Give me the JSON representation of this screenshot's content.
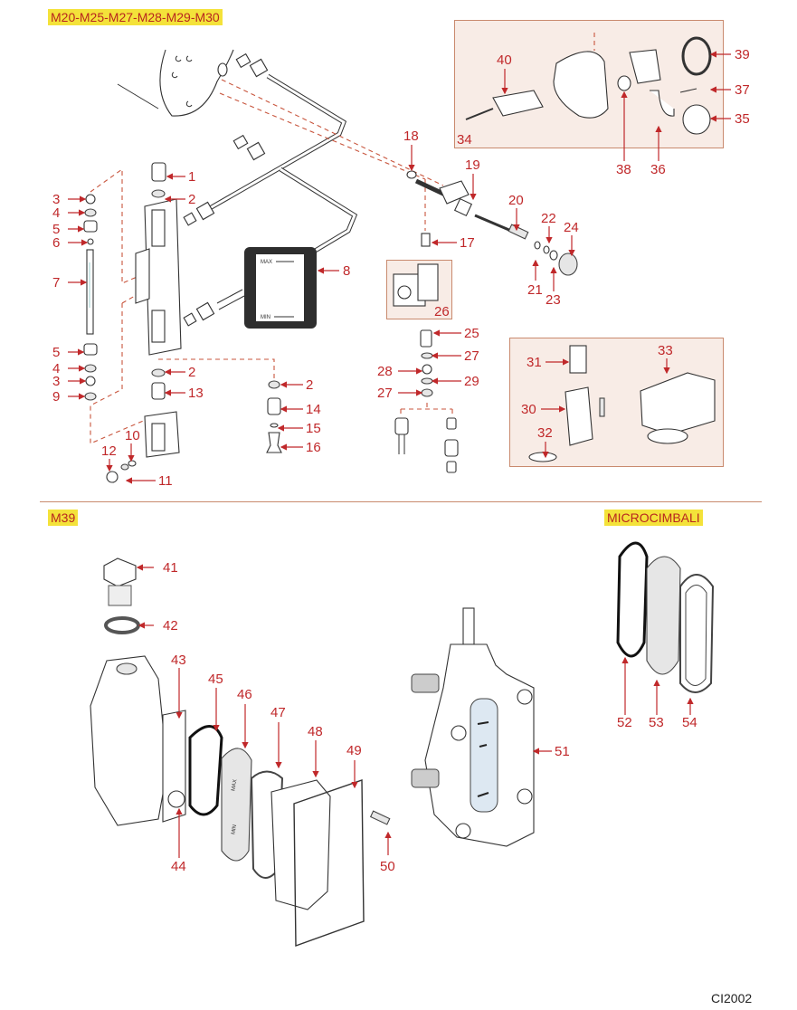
{
  "sections": {
    "top": {
      "title": "M20-M25-M27-M28-M29-M30"
    },
    "bottom_left": {
      "title": "M39"
    },
    "bottom_right": {
      "title": "MICROCIMBALI"
    }
  },
  "level_plate": {
    "max_label": "MAX",
    "min_label": "MIN"
  },
  "gauge_glass": {
    "max_label": "MAX",
    "min_label": "MIN"
  },
  "colors": {
    "label": "#c0282a",
    "highlight": "#f4e23a",
    "inset_bg": "#f8ece6",
    "inset_border": "#c98a6e"
  },
  "callouts": {
    "p1": "1",
    "p2a": "2",
    "p2b": "2",
    "p2c": "2",
    "p3a": "3",
    "p3b": "3",
    "p4a": "4",
    "p4b": "4",
    "p5a": "5",
    "p5b": "5",
    "p6": "6",
    "p7": "7",
    "p8": "8",
    "p9": "9",
    "p10": "10",
    "p11": "11",
    "p12": "12",
    "p13": "13",
    "p14": "14",
    "p15": "15",
    "p16": "16",
    "p17": "17",
    "p18": "18",
    "p19": "19",
    "p20": "20",
    "p21": "21",
    "p22": "22",
    "p23": "23",
    "p24": "24",
    "p25": "25",
    "p26": "26",
    "p27a": "27",
    "p27b": "27",
    "p28": "28",
    "p29": "29",
    "p30": "30",
    "p31": "31",
    "p32": "32",
    "p33": "33",
    "p34": "34",
    "p35": "35",
    "p36": "36",
    "p37": "37",
    "p38": "38",
    "p39": "39",
    "p40": "40",
    "p41": "41",
    "p42": "42",
    "p43": "43",
    "p44": "44",
    "p45": "45",
    "p46": "46",
    "p47": "47",
    "p48": "48",
    "p49": "49",
    "p50": "50",
    "p51": "51",
    "p52": "52",
    "p53": "53",
    "p54": "54"
  },
  "document_code": "CI2002"
}
